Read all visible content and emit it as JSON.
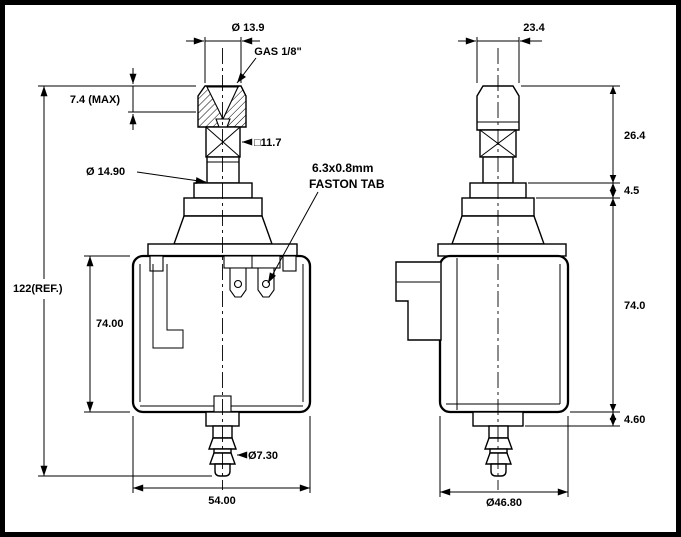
{
  "colors": {
    "line": "#000000",
    "background": "#ffffff"
  },
  "drawing": {
    "front_view": {
      "top_diameter": "Ø 13.9",
      "thread_spec": "GAS 1/8\"",
      "thread_height_max": "7.4 (MAX)",
      "square_section": "□11.7",
      "stem_diameter": "Ø 14.90",
      "faston_size": "6.3x0.8mm",
      "faston_label": "FASTON TAB",
      "overall_height_ref": "122(REF.)",
      "body_height": "74.00",
      "outlet_diameter": "Ø7.30",
      "body_width": "54.00"
    },
    "side_view": {
      "top_width": "23.4",
      "upper_stem_height": "26.4",
      "collar_height": "4.5",
      "body_height": "74.0",
      "outlet_step_height": "4.60",
      "body_diameter": "Ø46.80"
    }
  }
}
